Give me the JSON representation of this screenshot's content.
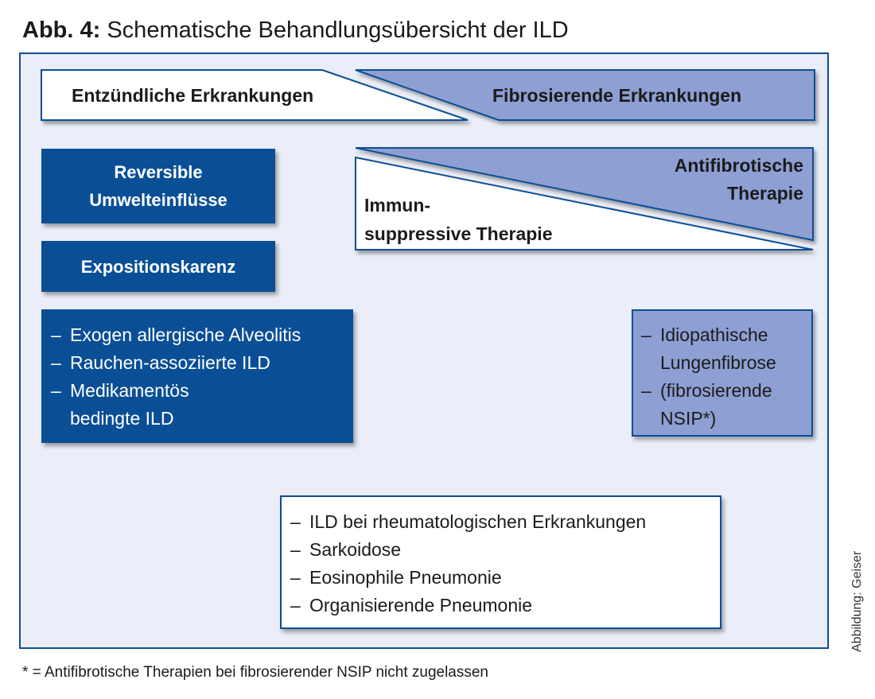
{
  "figure": {
    "label": "Abb. 4:",
    "title": "Schematische Behandlungsübersicht der ILD"
  },
  "header": {
    "left_label": "Entzündliche Erkrankungen",
    "right_label": "Fibrosierende Erkrankungen"
  },
  "therapy": {
    "immuno_line1": "Immun-",
    "immuno_line2": "suppressive Therapie",
    "antifib_line1": "Antifibrotische",
    "antifib_line2": "Therapie"
  },
  "boxes": {
    "reversible_line1": "Reversible",
    "reversible_line2": "Umwelteinflüsse",
    "exposure": "Expositionskarenz",
    "inflammatory_list": [
      "Exogen allergische Alveolitis",
      "Rauchen-assoziierte ILD",
      "Medikamentös bedingte ILD"
    ],
    "fibrotic_list": [
      "Idiopathische Lungenfibrose",
      "(fibrosierende NSIP*)"
    ],
    "mixed_list": [
      "ILD bei rheumatologischen Erkrankungen",
      "Sarkoidose",
      "Eosinophile Pneumonie",
      "Organisierende Pneumonie"
    ]
  },
  "footnote": "* = Antifibrotische Therapien bei fibrosierender NSIP nicht zugelassen",
  "credit": "Abbildung: Geiser",
  "colors": {
    "dark_blue": "#0a4f96",
    "light_blue": "#8d9fd3",
    "panel_bg": "#ebeef8",
    "white": "#ffffff"
  }
}
